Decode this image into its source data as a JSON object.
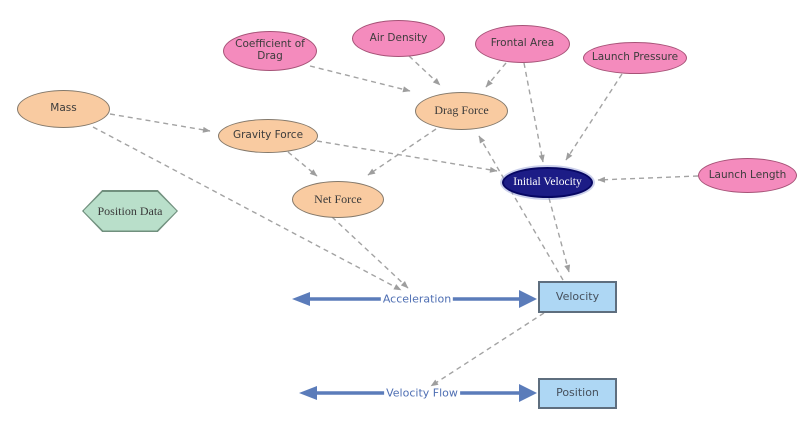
{
  "diagram": {
    "type": "stock-and-flow-model-diagram",
    "background": "#ffffff",
    "colors": {
      "pink_fill": "#f48bbd",
      "pink_border": "#a65277",
      "peach_fill": "#f9cba1",
      "peach_border": "#84796b",
      "navy_fill": "#1c1c86",
      "navy_border": "#070763",
      "green_fill": "#b9dfca",
      "green_border": "#71907e",
      "stock_fill": "#aed7f4",
      "stock_border": "#5e6e7e",
      "flow_blue": "#5b7cba",
      "flow_label_blue": "#4f6fb3",
      "connector_gray": "#9e9e9e"
    },
    "nodes": {
      "mass": {
        "label": "Mass",
        "shape": "ellipse",
        "style": "peach"
      },
      "coefficient_of_drag": {
        "label": "Coefficient of Drag",
        "shape": "ellipse",
        "style": "pink"
      },
      "air_density": {
        "label": "Air Density",
        "shape": "ellipse",
        "style": "pink"
      },
      "frontal_area": {
        "label": "Frontal Area",
        "shape": "ellipse",
        "style": "pink"
      },
      "launch_pressure": {
        "label": "Launch Pressure",
        "shape": "ellipse",
        "style": "pink"
      },
      "launch_length": {
        "label": "Launch Length",
        "shape": "ellipse",
        "style": "pink"
      },
      "gravity_force": {
        "label": "Gravity Force",
        "shape": "ellipse",
        "style": "peach"
      },
      "drag_force": {
        "label": "Drag Force",
        "shape": "ellipse",
        "style": "peach"
      },
      "net_force": {
        "label": "Net Force",
        "shape": "ellipse",
        "style": "peach"
      },
      "initial_velocity": {
        "label": "Initial Velocity",
        "shape": "ellipse",
        "style": "navy"
      },
      "position_data": {
        "label": "Position Data",
        "shape": "hexagon",
        "style": "green"
      },
      "velocity": {
        "label": "Velocity",
        "shape": "rectangle",
        "style": "stock"
      },
      "position": {
        "label": "Position",
        "shape": "rectangle",
        "style": "stock"
      }
    },
    "flows": {
      "acceleration": {
        "label": "Acceleration",
        "into": "velocity",
        "bidirectional_source": true
      },
      "velocity_flow": {
        "label": "Velocity Flow",
        "into": "position",
        "bidirectional_source": true
      }
    },
    "connections": [
      {
        "from": "mass",
        "to": "gravity_force"
      },
      {
        "from": "mass",
        "to": "acceleration"
      },
      {
        "from": "coefficient_of_drag",
        "to": "drag_force"
      },
      {
        "from": "air_density",
        "to": "drag_force"
      },
      {
        "from": "frontal_area",
        "to": "drag_force"
      },
      {
        "from": "frontal_area",
        "to": "initial_velocity"
      },
      {
        "from": "launch_pressure",
        "to": "initial_velocity"
      },
      {
        "from": "launch_length",
        "to": "initial_velocity"
      },
      {
        "from": "gravity_force",
        "to": "net_force"
      },
      {
        "from": "gravity_force",
        "to": "initial_velocity"
      },
      {
        "from": "drag_force",
        "to": "net_force"
      },
      {
        "from": "net_force",
        "to": "acceleration"
      },
      {
        "from": "initial_velocity",
        "to": "velocity"
      },
      {
        "from": "velocity",
        "to": "drag_force"
      },
      {
        "from": "velocity",
        "to": "velocity_flow"
      }
    ]
  }
}
